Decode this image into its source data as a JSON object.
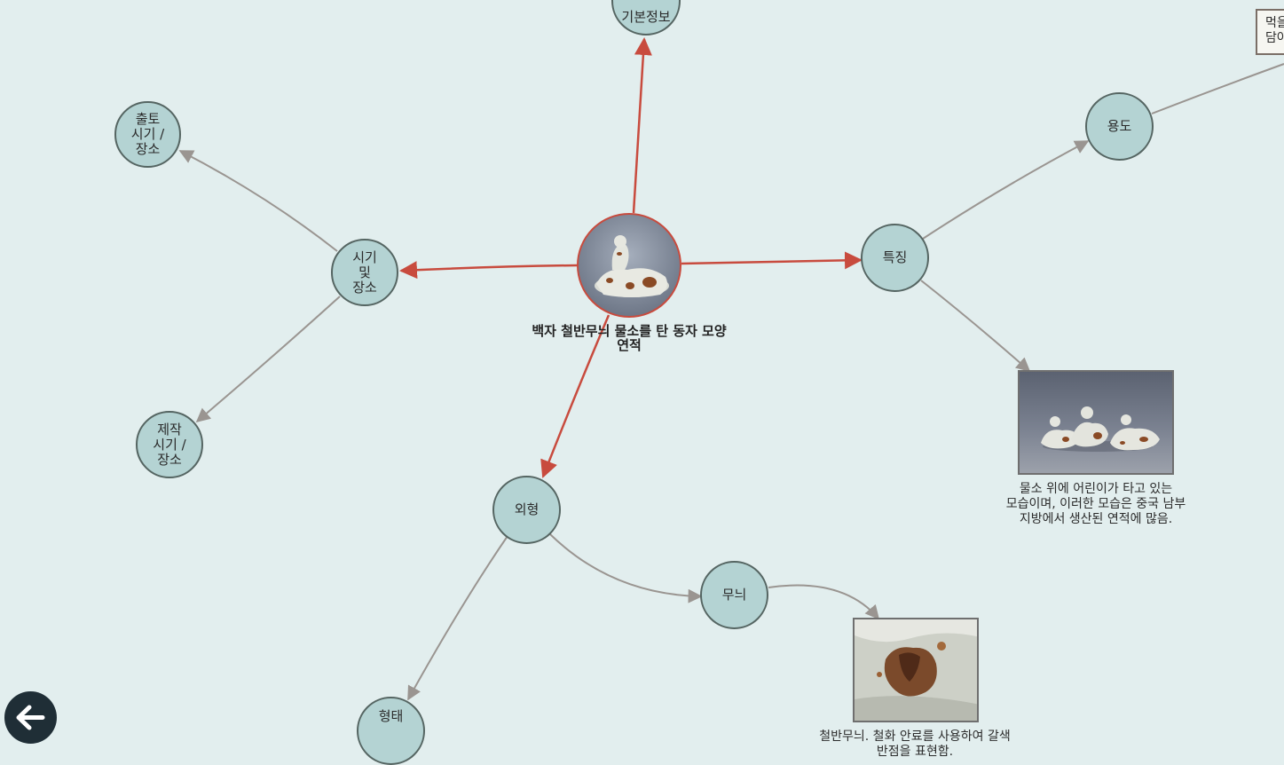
{
  "center": {
    "label": "백자 철반무늬 물소를 탄 동자 모양\n연적",
    "image": "white-porcelain-water-dropper-photo"
  },
  "nodes": {
    "top": "기본정보",
    "origin": "출토\n시기 /\n장소",
    "period": "시기\n및\n장소",
    "production": "제작\n시기 /\n장소",
    "feature": "특징",
    "usage": "용도",
    "appearance": "외형",
    "pattern": "무늬",
    "shape": "형태"
  },
  "notes": {
    "usage_note": "먹을\n담아"
  },
  "captions": {
    "feature_caption": "물소 위에 어린이가 타고 있는\n모습이며, 이러한 모습은 중국 남부\n지방에서 생산된 연적에 많음.",
    "pattern_caption": "철반무늬. 철화 안료를 사용하여 갈색\n반점을 표현함."
  },
  "colors": {
    "background": "#e2eeee",
    "node_fill": "#b4d3d3",
    "node_border": "#556562",
    "primary_edge": "#c84b3e",
    "secondary_edge": "#9a9591",
    "back_button": "#1f2e36"
  },
  "icons": {
    "back": "arrow-left-icon"
  }
}
